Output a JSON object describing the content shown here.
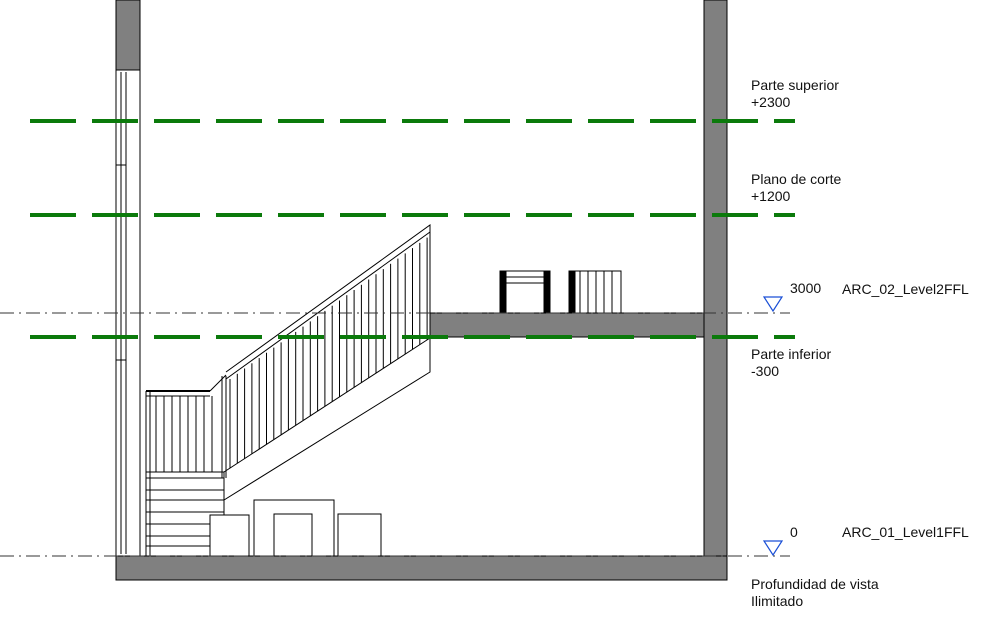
{
  "colors": {
    "plane_line": "#0b7a0b",
    "wall_fill": "#808080",
    "level_line": "#333333",
    "level_marker": "#1a4fd6"
  },
  "view_range": {
    "top": {
      "name": "Parte superior",
      "value": "+2300"
    },
    "cut_plane": {
      "name": "Plano de corte",
      "value": "+1200"
    },
    "bottom": {
      "name": "Parte inferior",
      "value": "-300"
    },
    "view_depth": {
      "name": "Profundidad de vista",
      "value": "Ilimitado"
    }
  },
  "levels": [
    {
      "elevation": "3000",
      "name": "ARC_02_Level2FFL",
      "marker_icon": "level-head-triangle"
    },
    {
      "elevation": "0",
      "name": "ARC_01_Level1FFL",
      "marker_icon": "level-head-triangle"
    }
  ]
}
